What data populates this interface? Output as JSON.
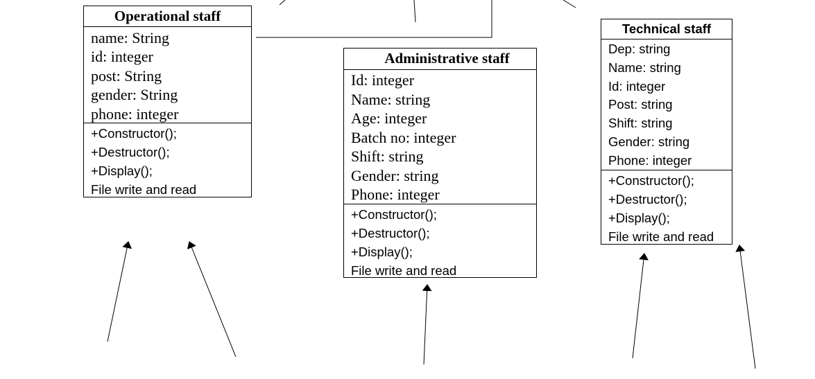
{
  "classes": {
    "operational": {
      "title": "Operational staff",
      "attributes": [
        "name: String",
        "id: integer",
        "post: String",
        "gender: String",
        "phone: integer"
      ],
      "methods": [
        "+Constructor();",
        "+Destructor();",
        "+Display();",
        "File write and read"
      ]
    },
    "administrative": {
      "title": "Administrative staff",
      "attributes": [
        "Id: integer",
        "Name: string",
        "Age: integer",
        "Batch no: integer",
        "Shift: string",
        "Gender: string",
        "Phone: integer"
      ],
      "methods": [
        "+Constructor();",
        "+Destructor();",
        "+Display();",
        "File write and read"
      ]
    },
    "technical": {
      "title": "Technical staff",
      "attributes": [
        "Dep: string",
        "Name: string",
        "Id: integer",
        "Post: string",
        "Shift: string",
        "Gender: string",
        "Phone: integer"
      ],
      "methods": [
        "+Constructor();",
        "+Destructor();",
        "+Display();",
        "File write and read"
      ]
    }
  }
}
